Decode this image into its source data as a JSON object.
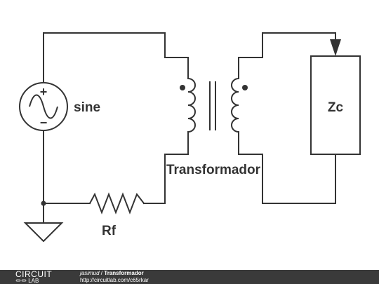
{
  "circuit": {
    "source_label": "sine",
    "source_plus": "+",
    "source_minus": "−",
    "transformer_label": "Transformador",
    "resistor_label": "Rf",
    "load_label": "Zc"
  },
  "footer": {
    "logo_top": "CIRCUIT",
    "logo_bottom": "LAB",
    "author": "jasimud",
    "separator": " / ",
    "title": "Transformador",
    "url": "http://circuitlab.com/c65rkar"
  },
  "colors": {
    "wire": "#333333",
    "footer_bg": "#3a3a3a"
  }
}
